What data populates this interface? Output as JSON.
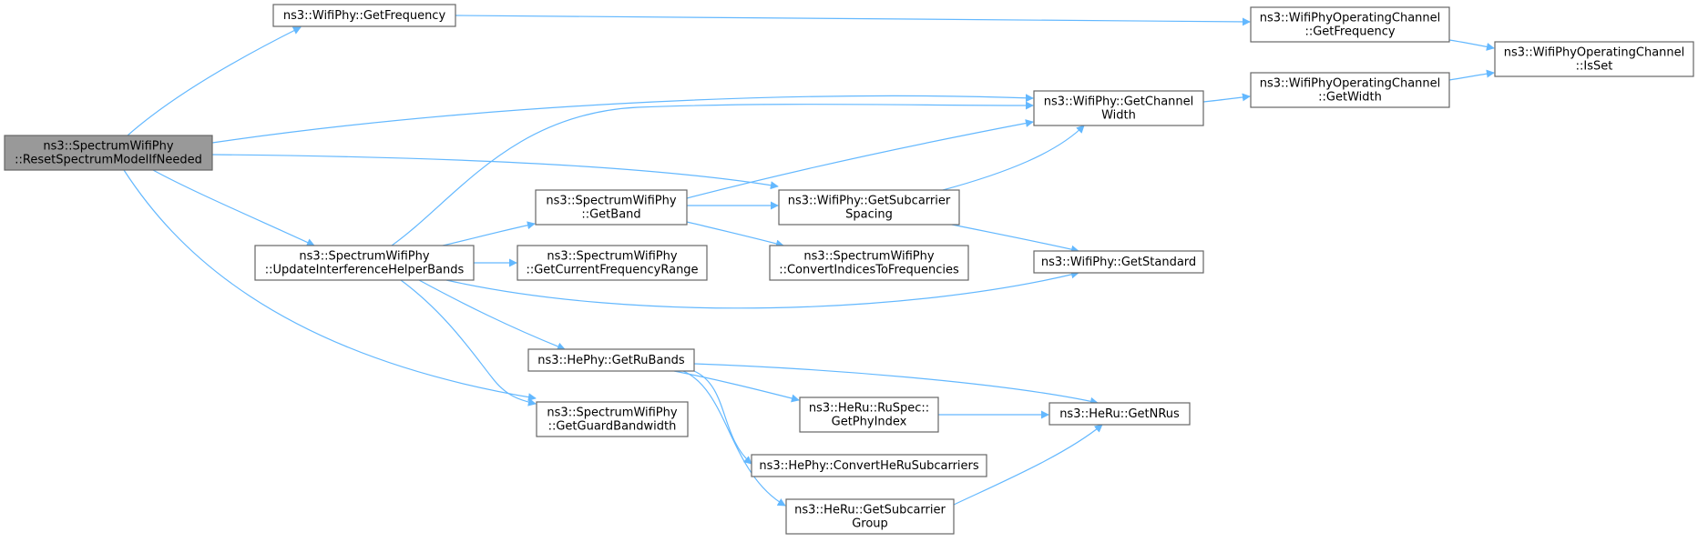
{
  "diagram": {
    "nodes": [
      {
        "id": "reset",
        "lines": [
          "ns3::SpectrumWifiPhy",
          "::ResetSpectrumModelIfNeeded"
        ],
        "highlight": true
      },
      {
        "id": "wp_getfreq",
        "lines": [
          "ns3::WifiPhy::GetFrequency"
        ]
      },
      {
        "id": "woc_getfreq",
        "lines": [
          "ns3::WifiPhyOperatingChannel",
          "::GetFrequency"
        ]
      },
      {
        "id": "woc_isset",
        "lines": [
          "ns3::WifiPhyOperatingChannel",
          "::IsSet"
        ]
      },
      {
        "id": "wp_getchw",
        "lines": [
          "ns3::WifiPhy::GetChannel",
          "Width"
        ]
      },
      {
        "id": "woc_getwidth",
        "lines": [
          "ns3::WifiPhyOperatingChannel",
          "::GetWidth"
        ]
      },
      {
        "id": "swp_getband",
        "lines": [
          "ns3::SpectrumWifiPhy",
          "::GetBand"
        ]
      },
      {
        "id": "wp_getsubsp",
        "lines": [
          "ns3::WifiPhy::GetSubcarrier",
          "Spacing"
        ]
      },
      {
        "id": "swp_update",
        "lines": [
          "ns3::SpectrumWifiPhy",
          "::UpdateInterferenceHelperBands"
        ]
      },
      {
        "id": "swp_getcfr",
        "lines": [
          "ns3::SpectrumWifiPhy",
          "::GetCurrentFrequencyRange"
        ]
      },
      {
        "id": "swp_convert",
        "lines": [
          "ns3::SpectrumWifiPhy",
          "::ConvertIndicesToFrequencies"
        ]
      },
      {
        "id": "wp_getstd",
        "lines": [
          "ns3::WifiPhy::GetStandard"
        ]
      },
      {
        "id": "he_getru",
        "lines": [
          "ns3::HePhy::GetRuBands"
        ]
      },
      {
        "id": "swp_guard",
        "lines": [
          "ns3::SpectrumWifiPhy",
          "::GetGuardBandwidth"
        ]
      },
      {
        "id": "heru_phyidx",
        "lines": [
          "ns3::HeRu::RuSpec::",
          "GetPhyIndex"
        ]
      },
      {
        "id": "heru_getnrus",
        "lines": [
          "ns3::HeRu::GetNRus"
        ]
      },
      {
        "id": "he_convert",
        "lines": [
          "ns3::HePhy::ConvertHeRuSubcarriers"
        ]
      },
      {
        "id": "heru_subgroup",
        "lines": [
          "ns3::HeRu::GetSubcarrier",
          "Group"
        ]
      }
    ],
    "edges": [
      [
        "reset",
        "wp_getfreq"
      ],
      [
        "wp_getfreq",
        "woc_getfreq"
      ],
      [
        "woc_getfreq",
        "woc_isset"
      ],
      [
        "reset",
        "wp_getchw"
      ],
      [
        "wp_getchw",
        "woc_getwidth"
      ],
      [
        "woc_getwidth",
        "woc_isset"
      ],
      [
        "reset",
        "wp_getsubsp"
      ],
      [
        "reset",
        "swp_update"
      ],
      [
        "reset",
        "swp_guard"
      ],
      [
        "swp_update",
        "wp_getchw"
      ],
      [
        "swp_update",
        "swp_getband"
      ],
      [
        "swp_update",
        "swp_getcfr"
      ],
      [
        "swp_update",
        "wp_getstd"
      ],
      [
        "swp_update",
        "he_getru"
      ],
      [
        "swp_update",
        "swp_guard"
      ],
      [
        "swp_getband",
        "wp_getchw"
      ],
      [
        "swp_getband",
        "wp_getsubsp"
      ],
      [
        "swp_getband",
        "swp_convert"
      ],
      [
        "wp_getsubsp",
        "wp_getchw"
      ],
      [
        "wp_getsubsp",
        "wp_getstd"
      ],
      [
        "he_getru",
        "heru_getnrus"
      ],
      [
        "he_getru",
        "heru_phyidx"
      ],
      [
        "he_getru",
        "he_convert"
      ],
      [
        "he_getru",
        "heru_subgroup"
      ],
      [
        "heru_phyidx",
        "heru_getnrus"
      ],
      [
        "heru_subgroup",
        "heru_getnrus"
      ]
    ]
  },
  "colors": {
    "edge": "#63b8ff",
    "node_border": "#666666",
    "highlight_fill": "#999999",
    "node_fill": "#ffffff"
  }
}
